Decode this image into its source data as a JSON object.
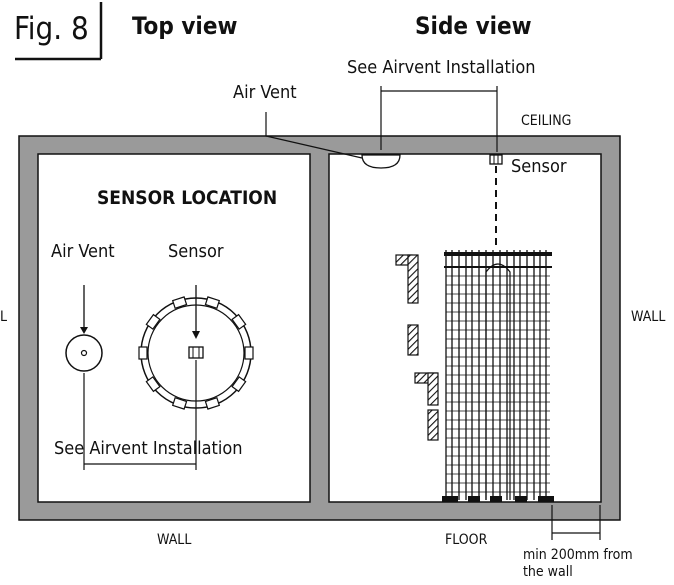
{
  "figure": {
    "label": "Fig. 8"
  },
  "titles": {
    "top_view": "Top view",
    "side_view": "Side view"
  },
  "top_view": {
    "heading": "SENSOR LOCATION",
    "air_vent_label": "Air Vent",
    "sensor_label": "Sensor",
    "dimension_label": "See Airvent Installation",
    "left_wall_label": "L",
    "bottom_wall_label": "WALL"
  },
  "side_view": {
    "dimension_label": "See Airvent Installation",
    "air_vent_label": "Air Vent",
    "sensor_label": "Sensor",
    "ceiling_label": "CEILING",
    "wall_label": "WALL",
    "floor_label": "FLOOR",
    "min_distance_label": [
      "min 200mm from",
      "the wall"
    ]
  },
  "colors": {
    "wall_fill": "#9a9a9a",
    "line": "#111111",
    "background": "#ffffff"
  }
}
